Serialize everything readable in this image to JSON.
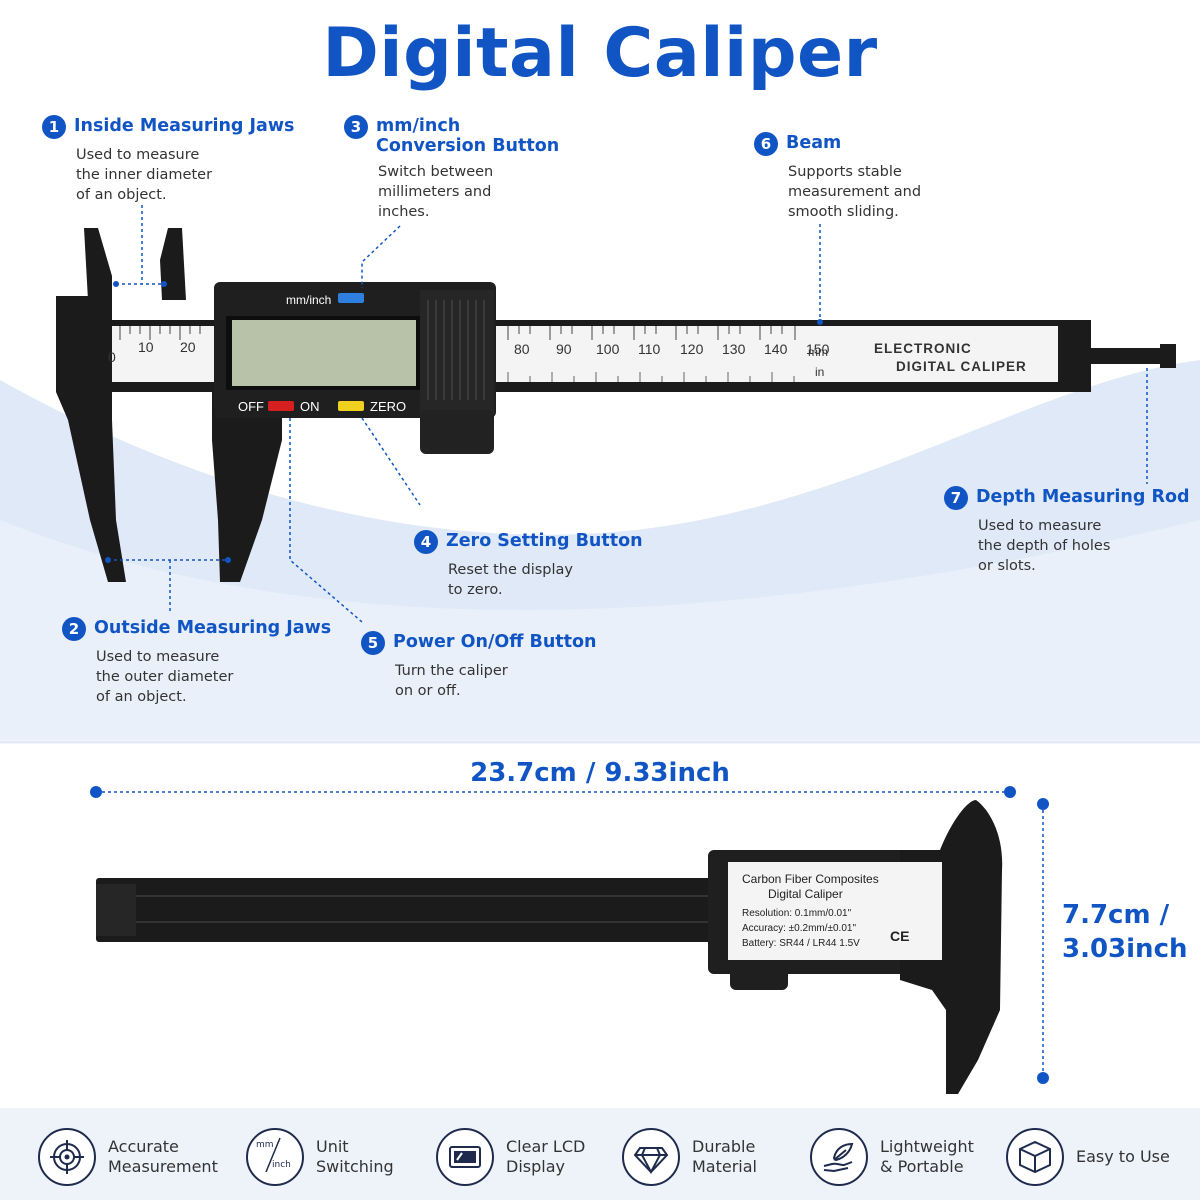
{
  "title": "Digital Caliper",
  "callouts": [
    {
      "num": "1",
      "title": "Inside Measuring Jaws",
      "desc": "Used to measure\nthe inner diameter\nof an object."
    },
    {
      "num": "2",
      "title": "Outside Measuring Jaws",
      "desc": "Used to measure\nthe outer diameter\nof an object."
    },
    {
      "num": "3",
      "title": "mm/inch\nConversion Button",
      "desc": "Switch between\nmillimeters and\ninches."
    },
    {
      "num": "4",
      "title": "Zero Setting Button",
      "desc": "Reset the display\nto zero."
    },
    {
      "num": "5",
      "title": "Power On/Off Button",
      "desc": "Turn the caliper\non or off."
    },
    {
      "num": "6",
      "title": "Beam",
      "desc": "Supports stable\nmeasurement and\nsmooth sliding."
    },
    {
      "num": "7",
      "title": "Depth Measuring Rod",
      "desc": "Used to measure\nthe depth of holes\nor slots."
    }
  ],
  "caliper_face": {
    "unit_button": "mm/inch",
    "off": "OFF",
    "on": "ON",
    "zero": "ZERO",
    "scale_left": [
      "0",
      "10",
      "20"
    ],
    "scale_right": [
      "80",
      "90",
      "100",
      "110",
      "120",
      "130",
      "140",
      "150"
    ],
    "mm": "mm",
    "in": "in",
    "brand_line1": "ELECTRONIC",
    "brand_line2": "DIGITAL CALIPER"
  },
  "dimensions": {
    "length": "23.7cm / 9.33inch",
    "height_line1": "7.7cm /",
    "height_line2": "3.03inch"
  },
  "back_label": {
    "line1": "Carbon Fiber Composites",
    "line2": "Digital Caliper",
    "resolution": "Resolution: 0.1mm/0.01\"",
    "accuracy": "Accuracy: ±0.2mm/±0.01\"",
    "battery": "Battery: SR44 / LR44 1.5V",
    "ce": "CE"
  },
  "features": [
    {
      "icon": "target-icon",
      "label": "Accurate\nMeasurement"
    },
    {
      "icon": "unit-switch-icon",
      "label": "Unit\nSwitching",
      "icon_top": "mm",
      "icon_bottom": "inch"
    },
    {
      "icon": "lcd-icon",
      "label": "Clear LCD\nDisplay"
    },
    {
      "icon": "diamond-icon",
      "label": "Durable\nMaterial"
    },
    {
      "icon": "feather-hand-icon",
      "label": "Lightweight\n& Portable"
    },
    {
      "icon": "box-icon",
      "label": "Easy to Use"
    }
  ],
  "colors": {
    "accent": "#1155c4",
    "body": "#1a1a1a",
    "lcd": "#b7c2a8"
  }
}
